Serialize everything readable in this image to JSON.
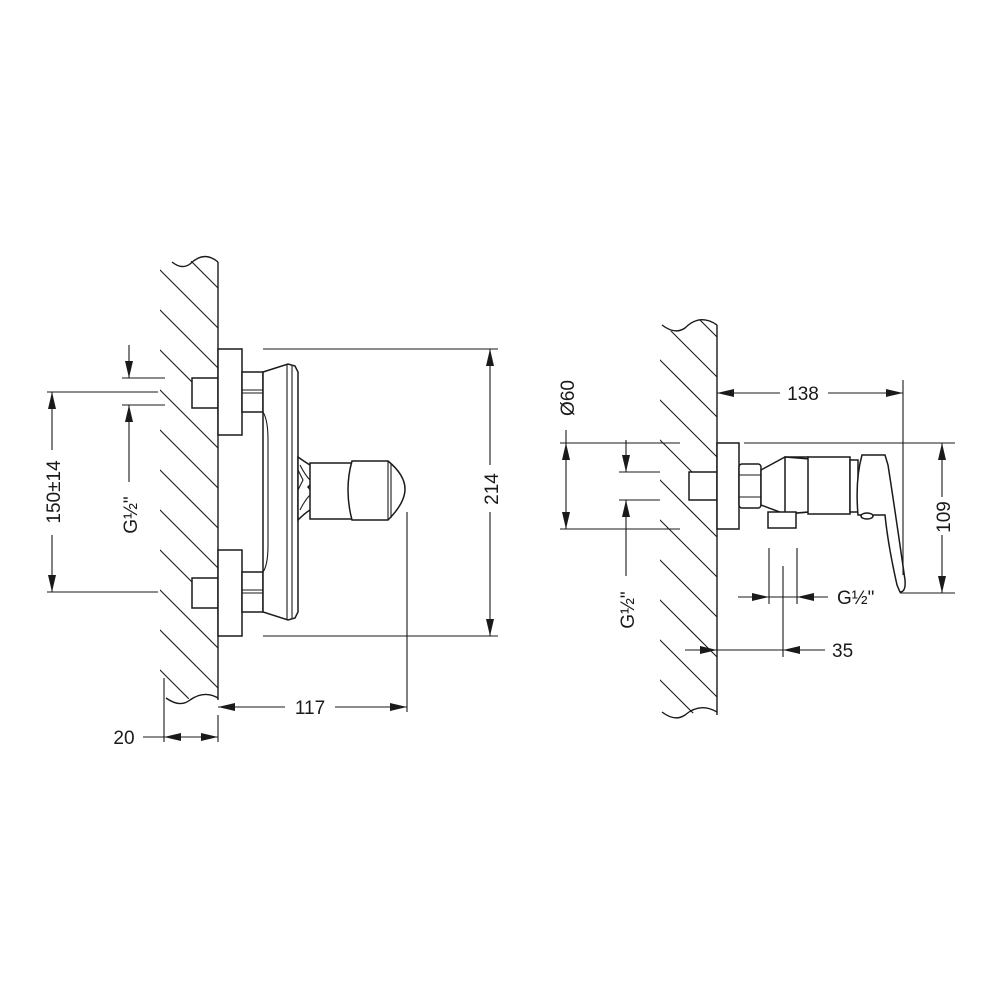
{
  "drawing": {
    "type": "technical-dimension-drawing",
    "subject": "wall-mounted single-lever shower mixer",
    "front_view": {
      "dimensions": {
        "center_distance": "150±14",
        "inlet_thread": "G½\"",
        "height": "214",
        "projection": "117",
        "wall_offset": "20"
      }
    },
    "side_view": {
      "dimensions": {
        "escutcheon_diameter": "Ø60",
        "inlet_thread": "G½\"",
        "depth": "138",
        "height": "109",
        "outlet_thread": "G½\"",
        "outlet_offset": "35"
      }
    }
  }
}
